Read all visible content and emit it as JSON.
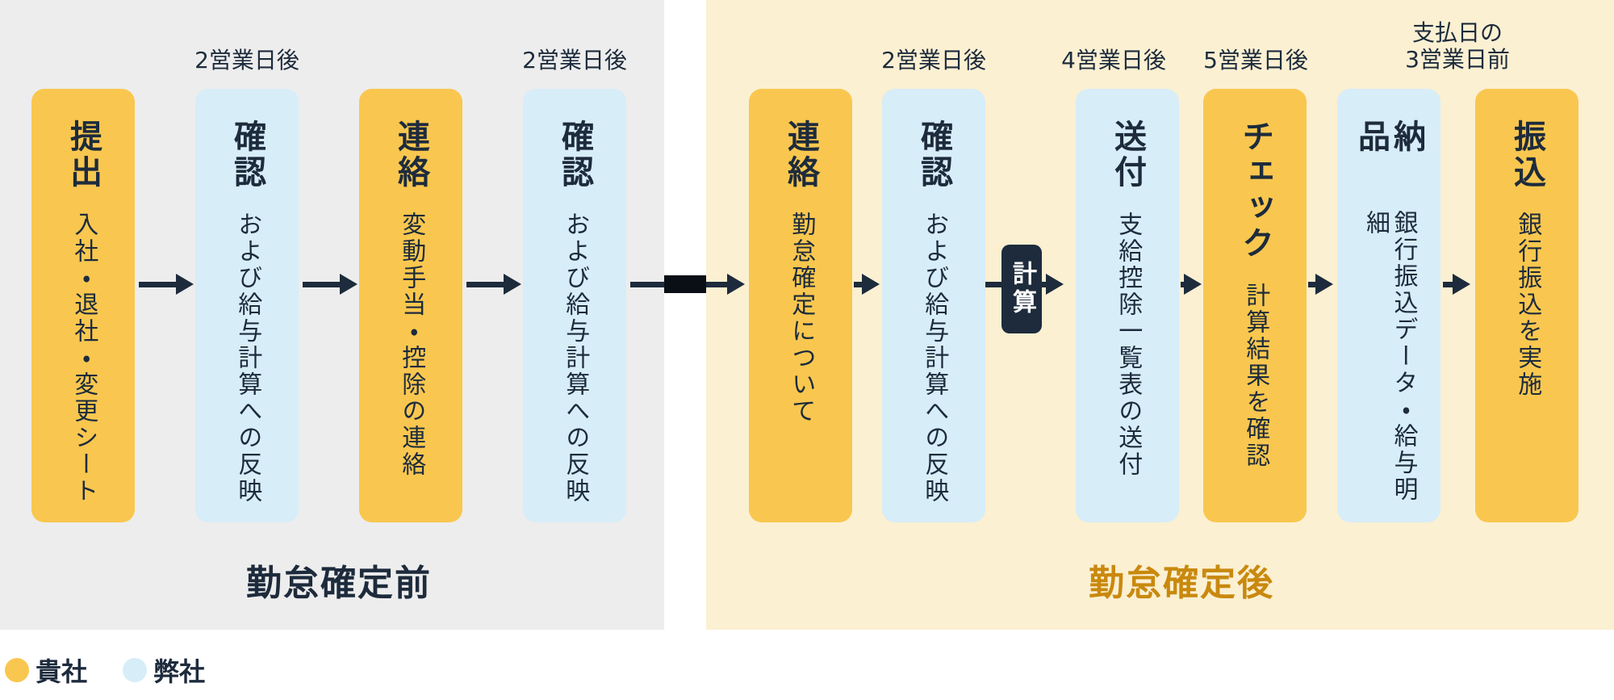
{
  "colors": {
    "ink": "#1D2B3C",
    "client_card": "#F9C74F",
    "vendor_card": "#D7EDF8",
    "panel_before": "#EDEDED",
    "panel_after": "#FBF0D2",
    "after_label": "#C9890E",
    "arrow": "#1D2B3C",
    "badge_bg": "#1D2B3C",
    "badge_text": "#FFFFFF"
  },
  "sections": {
    "before": {
      "label": "勤怠確定前"
    },
    "after": {
      "label": "勤怠確定後"
    }
  },
  "badge": {
    "label": "計算"
  },
  "legend": {
    "client": {
      "label": "貴社",
      "color": "#F9C74F"
    },
    "vendor": {
      "label": "弊社",
      "color": "#D7EDF8"
    }
  },
  "steps": [
    {
      "title": "提出",
      "desc": "入社・退社・変更シート",
      "owner": "貴社",
      "color": "#F9C74F",
      "timing": ""
    },
    {
      "title": "確認",
      "desc": "および給与計算への反映",
      "owner": "弊社",
      "color": "#D7EDF8",
      "timing": "2営業日後"
    },
    {
      "title": "連絡",
      "desc": "変動手当・控除の連絡",
      "owner": "貴社",
      "color": "#F9C74F",
      "timing": ""
    },
    {
      "title": "確認",
      "desc": "および給与計算への反映",
      "owner": "弊社",
      "color": "#D7EDF8",
      "timing": "2営業日後"
    },
    {
      "title": "連絡",
      "desc": "勤怠確定について",
      "owner": "貴社",
      "color": "#F9C74F",
      "timing": ""
    },
    {
      "title": "確認",
      "desc": "および給与計算への反映",
      "owner": "弊社",
      "color": "#D7EDF8",
      "timing": "2営業日後"
    },
    {
      "title": "送付",
      "desc": "支給控除一覧表の送付",
      "owner": "弊社",
      "color": "#D7EDF8",
      "timing": "4営業日後"
    },
    {
      "title": "チェック",
      "desc": "計算結果を確認",
      "owner": "貴社",
      "color": "#F9C74F",
      "timing": "5営業日後"
    },
    {
      "title": "納品",
      "desc": "銀行振込データ・給与明細",
      "owner": "弊社",
      "color": "#D7EDF8",
      "timing": "支払日の\n3営業日前"
    },
    {
      "title": "振込",
      "desc": "銀行振込を実施",
      "owner": "貴社",
      "color": "#F9C74F",
      "timing": ""
    }
  ]
}
